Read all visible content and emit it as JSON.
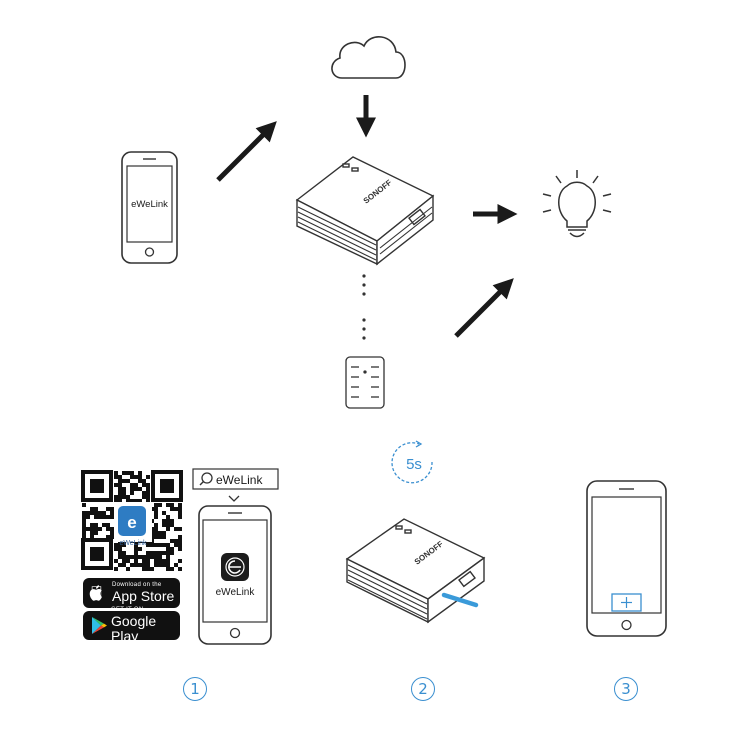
{
  "labels": {
    "phone_top": "eWeLink",
    "search_text": "eWeLink",
    "app_name": "eWeLink",
    "qr_logo_letter": "e",
    "qr_logo_text": "eWeLink",
    "hub_brand": "SONOFF",
    "timer": "5s"
  },
  "badges": {
    "appstore": {
      "small": "Download on the",
      "big": "App Store"
    },
    "googleplay": {
      "small": "GET IT ON",
      "big": "Google Play"
    }
  },
  "steps": [
    "1",
    "2",
    "3"
  ],
  "icons": [
    "cloud-icon",
    "arrow-icon",
    "phone-icon",
    "hub-icon",
    "light-bulb-icon",
    "remote-icon",
    "qr-code-icon",
    "search-icon",
    "chevron-down-icon",
    "apple-icon",
    "google-play-icon",
    "timer-icon",
    "plus-icon",
    "press-button-icon"
  ],
  "colors": {
    "accent": "#3a8fd0",
    "ink": "#1a1a1a"
  }
}
